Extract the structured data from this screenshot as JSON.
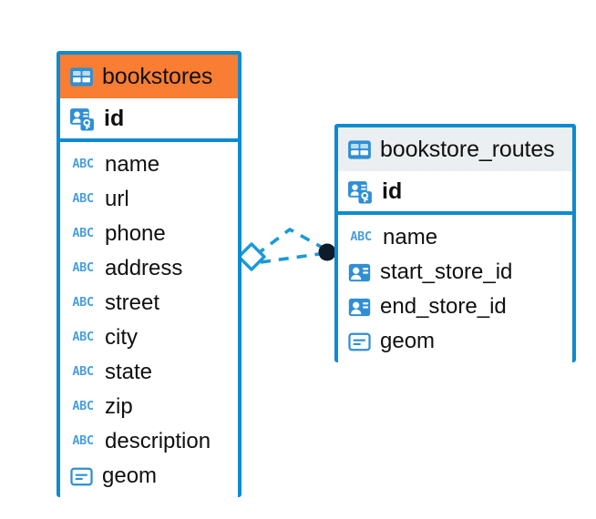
{
  "diagram": {
    "type": "entity-relationship-diagram",
    "background_color": "#ffffff",
    "accent_color": "#0c8bd1",
    "highlight_color": "#f97d33"
  },
  "entities": [
    {
      "name": "bookstores",
      "header_icon": "table-icon",
      "header_color": "#f97d33",
      "primary_key": {
        "name": "id",
        "icon": "primary-key-icon"
      },
      "fields": [
        {
          "name": "name",
          "icon": "abc-icon",
          "type_glyph": "ABC"
        },
        {
          "name": "url",
          "icon": "abc-icon",
          "type_glyph": "ABC"
        },
        {
          "name": "phone",
          "icon": "abc-icon",
          "type_glyph": "ABC"
        },
        {
          "name": "address",
          "icon": "abc-icon",
          "type_glyph": "ABC"
        },
        {
          "name": "street",
          "icon": "abc-icon",
          "type_glyph": "ABC"
        },
        {
          "name": "city",
          "icon": "abc-icon",
          "type_glyph": "ABC"
        },
        {
          "name": "state",
          "icon": "abc-icon",
          "type_glyph": "ABC"
        },
        {
          "name": "zip",
          "icon": "abc-icon",
          "type_glyph": "ABC"
        },
        {
          "name": "description",
          "icon": "abc-icon",
          "type_glyph": "ABC"
        },
        {
          "name": "geom",
          "icon": "geometry-icon",
          "type_glyph": ""
        }
      ]
    },
    {
      "name": "bookstore_routes",
      "header_icon": "table-icon",
      "header_color": "#eceff1",
      "primary_key": {
        "name": "id",
        "icon": "primary-key-icon"
      },
      "fields": [
        {
          "name": "name",
          "icon": "abc-icon",
          "type_glyph": "ABC"
        },
        {
          "name": "start_store_id",
          "icon": "foreign-key-icon",
          "type_glyph": ""
        },
        {
          "name": "end_store_id",
          "icon": "foreign-key-icon",
          "type_glyph": ""
        },
        {
          "name": "geom",
          "icon": "geometry-icon",
          "type_glyph": ""
        }
      ]
    }
  ],
  "relationship": {
    "style": "dashed",
    "color": "#1a9ad7",
    "source_marker": "diamond",
    "target_marker": "filled-circle",
    "target_marker_color": "#0d1b2a"
  }
}
